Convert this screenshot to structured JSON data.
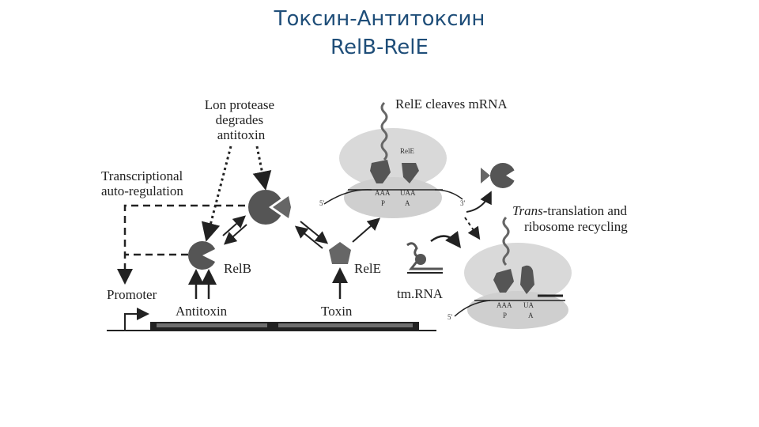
{
  "slide": {
    "title_line1": "Токсин-Антитоксин",
    "title_line2": "RelB-RelE"
  },
  "diagram": {
    "lon_protease": [
      "Lon protease",
      "degrades",
      "antitoxin"
    ],
    "transcriptional": [
      "Transcriptional",
      "auto-regulation"
    ],
    "rele_cleaves": "RelE cleaves mRNA",
    "relb_label": "RelB",
    "rele_label": "RelE",
    "promoter": "Promoter",
    "antitoxin": "Antitoxin",
    "toxin": "Toxin",
    "tmrna": "tm.RNA",
    "trans_italic": "Trans",
    "trans_rest": "-translation and",
    "ribosome_recycling": "ribosome recycling",
    "ribosome_top": {
      "rele_tag": "RelE",
      "codon_p": "AAA",
      "codon_a": "UAA",
      "site_p": "P",
      "site_a": "A",
      "end5": "5'",
      "end3": "3'"
    },
    "ribosome_bottom": {
      "codon_p": "AAA",
      "codon_a": "UA",
      "site_p": "P",
      "site_a": "A",
      "end5": "5'"
    }
  },
  "colors": {
    "title": "#1f4e79",
    "ribosome": "#d9d9d9",
    "protein": "#555555",
    "ink": "#222222"
  }
}
